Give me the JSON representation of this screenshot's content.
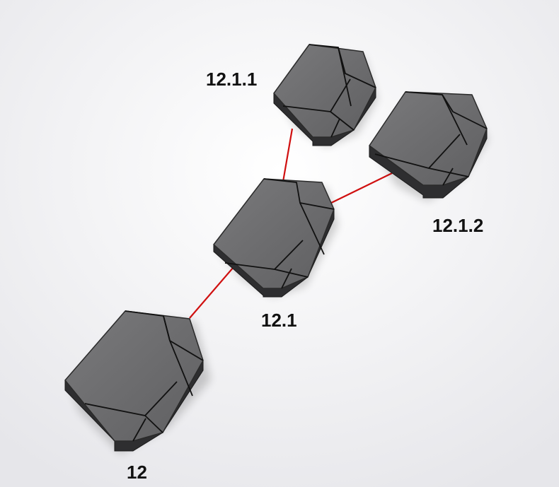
{
  "diagram": {
    "nodes": [
      {
        "id": "n12",
        "label": "12"
      },
      {
        "id": "n12_1",
        "label": "12.1"
      },
      {
        "id": "n12_1_1",
        "label": "12.1.1"
      },
      {
        "id": "n12_1_2",
        "label": "12.1.2"
      }
    ],
    "edges": [
      {
        "from": "n12",
        "to": "n12_1"
      },
      {
        "from": "n12_1",
        "to": "n12_1_1"
      },
      {
        "from": "n12_1",
        "to": "n12_1_2"
      }
    ],
    "colors": {
      "background": "#f0f0f2",
      "stone_top": "#6e6e70",
      "stone_side": "#2e2e30",
      "crack": "#111111",
      "connector": "#d01010"
    }
  }
}
